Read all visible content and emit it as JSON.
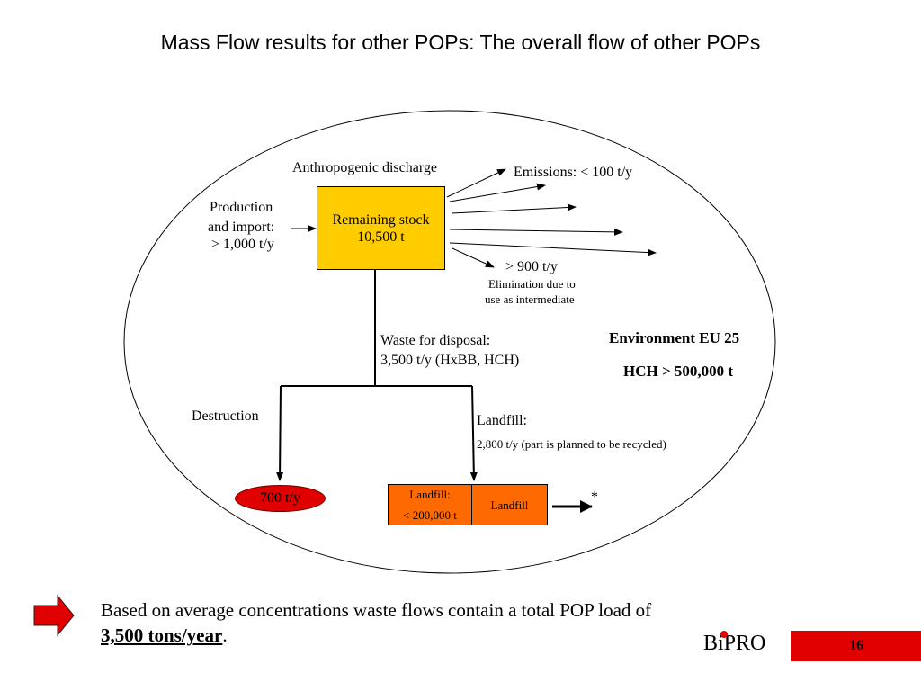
{
  "title": "Mass Flow results for other POPs: The overall flow of other POPs",
  "diagram": {
    "anthropogenic_discharge": "Anthropogenic discharge",
    "emissions": "Emissions: < 100 t/y",
    "production_line1": "Production",
    "production_line2": "and import:",
    "production_line3": "> 1,000 t/y",
    "stock_line1": "Remaining stock",
    "stock_line2": "10,500 t",
    "elimination_value": "> 900 t/y",
    "elimination_line1": "Elimination due to",
    "elimination_line2": "use as intermediate",
    "environment_line1": "Environment EU 25",
    "environment_line2": "HCH > 500,000 t",
    "waste_line1": "Waste for disposal:",
    "waste_line2": "3,500 t/y (HxBB, HCH)",
    "destruction_label": "Destruction",
    "landfill_label": "Landfill:",
    "landfill_detail": "2,800 t/y (part is planned to be recycled)",
    "destruction_value": "700 t/y",
    "landfill_box_line1": "Landfill:",
    "landfill_box_line2": "< 200,000 t",
    "landfill_box_right": "Landfill",
    "asterisk": "*"
  },
  "footer": {
    "text_part1": "Based on average concentrations waste flows contain a total POP load of ",
    "text_bold": "3,500 tons/year",
    "text_part2": ".",
    "brand": "BiPRO",
    "page_number": "16"
  },
  "colors": {
    "stock_fill": "#ffcc00",
    "destruction_fill": "#e00000",
    "landfill_fill": "#ff6a00",
    "arrow_icon_fill": "#e00000",
    "page_box_fill": "#e00000"
  }
}
